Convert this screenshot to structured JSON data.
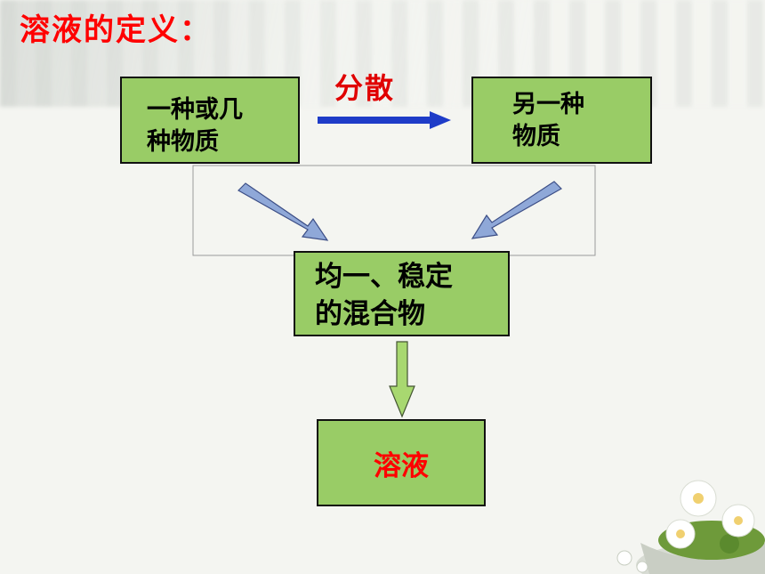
{
  "title": "溶液的定义：",
  "boxes": {
    "solute": {
      "line1": "一种或几",
      "line2": "种物质"
    },
    "solvent": {
      "line1": "另一种",
      "line2": "物质"
    },
    "mixture": {
      "line1": "均一、稳定",
      "line2": "的混合物"
    },
    "result": {
      "label": "溶液"
    }
  },
  "arrow_label": "分散",
  "colors": {
    "box_fill": "#99cc66",
    "title_red": "#ff0000",
    "arrow_blue": "#1e3cc8",
    "diag_arrow": "#8fa8d8",
    "down_arrow": "#a8d870"
  }
}
